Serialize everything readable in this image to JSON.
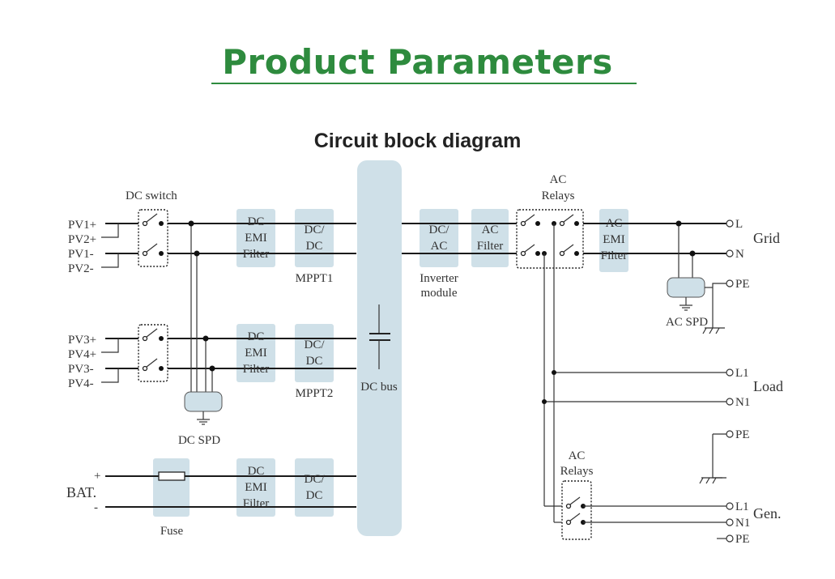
{
  "heading": "Product Parameters",
  "diagram_title": "Circuit block diagram",
  "pv_inputs": {
    "group1": [
      "PV1+",
      "PV2+",
      "PV1-",
      "PV2-"
    ],
    "group2": [
      "PV3+",
      "PV4+",
      "PV3-",
      "PV4-"
    ]
  },
  "battery": {
    "label": "BAT.",
    "plus": "+",
    "minus": "-"
  },
  "labels": {
    "dc_switch": "DC switch",
    "dc_spd": "DC SPD",
    "fuse": "Fuse",
    "mppt1": "MPPT1",
    "mppt2": "MPPT2",
    "dc_bus": "DC bus",
    "inverter_module_1": "Inverter",
    "inverter_module_2": "module",
    "ac_relays_1": "AC",
    "ac_relays_2": "Relays",
    "ac_spd": "AC SPD"
  },
  "blocks": {
    "dc_emi_1": "DC",
    "dc_emi_2": "EMI",
    "dc_emi_3": "Filter",
    "dcdc_1": "DC/",
    "dcdc_2": "DC",
    "dcac_1": "DC/",
    "dcac_2": "AC",
    "ac_filter_1": "AC",
    "ac_filter_2": "Filter",
    "ac_emi_1": "AC",
    "ac_emi_2": "EMI",
    "ac_emi_3": "Filter"
  },
  "terminals": {
    "grid_l": "L",
    "grid_n": "N",
    "pe": "PE",
    "load_l": "L1",
    "load_n": "N1",
    "gen_l": "L1",
    "gen_n": "N1"
  },
  "groups": {
    "grid": "Grid",
    "load": "Load",
    "gen": "Gen."
  }
}
